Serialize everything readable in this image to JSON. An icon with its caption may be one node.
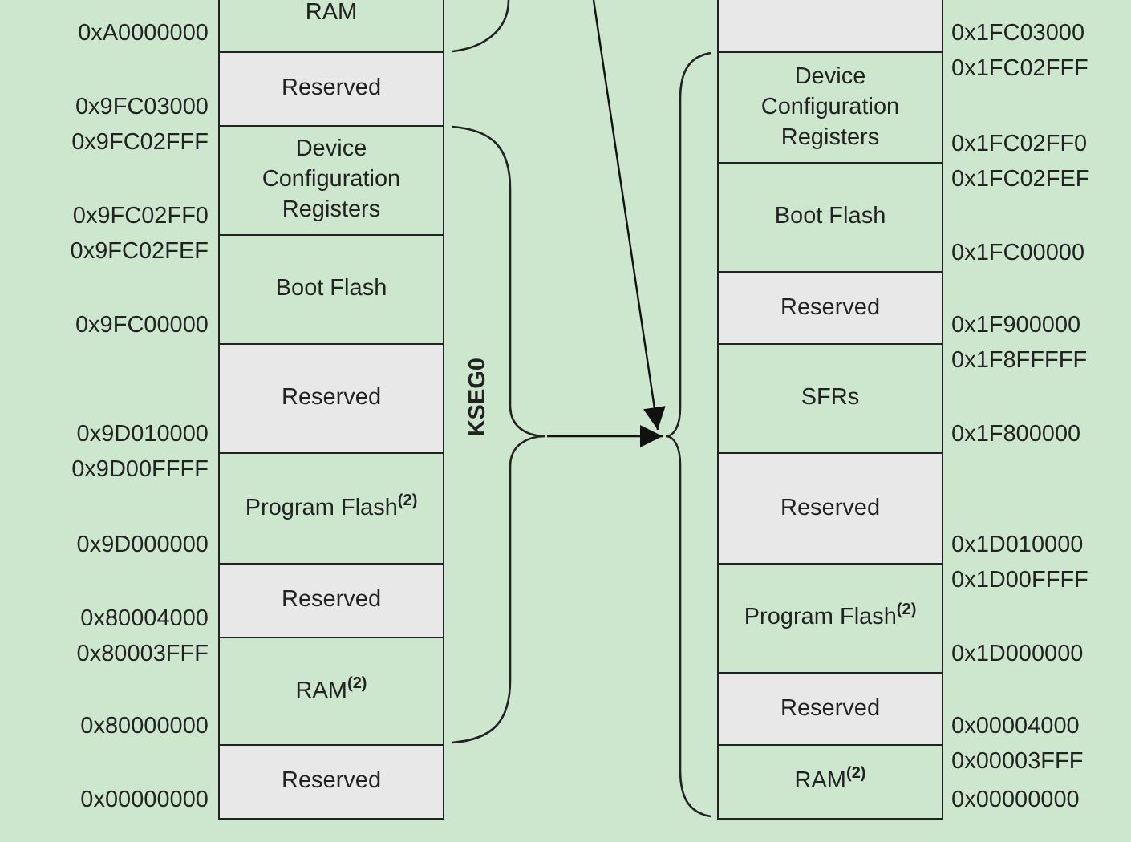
{
  "diagram": {
    "nodes": [
      {
        "text": [
          "RAM"
        ],
        "beside": [
          "0xA0000000"
        ]
      },
      {
        "text": [
          "Reserved"
        ],
        "beside": [
          "0x9FC03000"
        ]
      },
      {
        "text": [
          "Device Configuration Registers"
        ],
        "beside": [
          "0x9FC02FFF",
          "0x9FC02FF0"
        ]
      },
      {
        "text": [
          "Boot Flash"
        ],
        "beside": [
          "0x9FC02FEF",
          "0x9FC00000"
        ]
      },
      {
        "text": [
          "Reserved"
        ],
        "beside": [
          "0x9D010000"
        ]
      },
      {
        "text": [
          "Program Flash$^{(2)}$"
        ],
        "beside": [
          "0x9D00FFFF",
          "0x9D000000"
        ]
      },
      {
        "text": [
          "Reserved"
        ],
        "beside": [
          "0x80004000"
        ]
      },
      {
        "text": [
          "RAM$^{(2)}$"
        ],
        "beside": [
          "0x80003FFF",
          "0x80000000"
        ]
      },
      {
        "text": [
          "Reserved"
        ],
        "beside": [
          "0x00000000"
        ]
      },
      {
        "text": [
          "KSEG0"
        ]
      },
      {
        "text": [],
        "shape": "box",
        "beside": [
          "0x1FC03000"
        ]
      },
      {
        "text": [
          "Device Configuration Registers"
        ],
        "beside": [
          "0x1FC02FFF",
          "0x1FC02FF0"
        ]
      },
      {
        "text": [
          "Boot Flash"
        ],
        "beside": [
          "0x1FC02FEF",
          "0x1FC00000"
        ]
      },
      {
        "text": [
          "Reserved"
        ],
        "beside": [
          "0x1F900000"
        ]
      },
      {
        "text": [
          "SFRs"
        ],
        "beside": [
          "0x1F8FFFFF",
          "0x1F800000"
        ]
      },
      {
        "text": [
          "Reserved"
        ],
        "beside": [
          "0x1D010000"
        ]
      },
      {
        "text": [
          "Program Flash$^{(2)}$"
        ],
        "beside": [
          "0x1D00FFFF",
          "0x1D000000"
        ]
      },
      {
        "text": [
          "Reserved"
        ],
        "beside": [
          "0x00004000"
        ]
      },
      {
        "text": [
          "RAM$^{(2)}$"
        ],
        "beside": [
          "0x00003FFF",
          "0x00000000"
        ]
      },
      {
        "text": [],
        "shape": "brace"
      }
    ],
    "edges": [
      {
        "from": 9,
        "to": 19,
        "arrow": "to"
      },
      {
        "from": null,
        "to": 19,
        "arrow": "to"
      }
    ]
  }
}
